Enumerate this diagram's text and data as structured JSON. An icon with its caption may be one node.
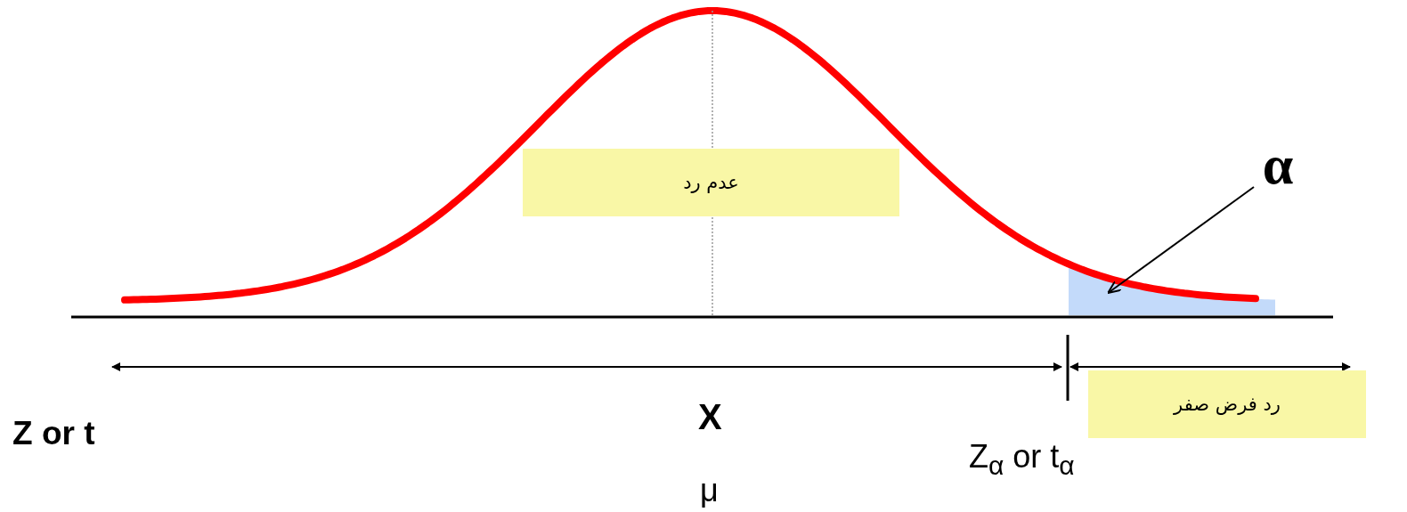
{
  "diagram": {
    "nodes": [
      {
        "text": [
          "عدم رد"
        ]
      },
      {
        "text": [
          "α"
        ]
      },
      {
        "text": [],
        "shape": "area"
      },
      {
        "text": [
          "رد فرض صفر"
        ]
      }
    ],
    "edges": [
      {
        "from": 1,
        "to": 2,
        "arrow": "to"
      }
    ],
    "labels": [
      "X",
      "Z or t",
      "Z$_{α}$ or t$_{α}$",
      "μ"
    ]
  }
}
